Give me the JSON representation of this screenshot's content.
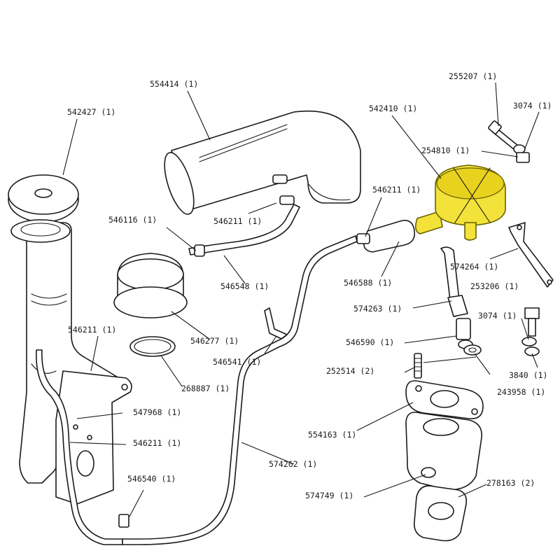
{
  "highlight_color": "#f2e23a",
  "labels": [
    {
      "id": "l255207",
      "part": "255207",
      "qty": "(1)"
    },
    {
      "id": "l3074a",
      "part": "3074",
      "qty": "(1)"
    },
    {
      "id": "l542410",
      "part": "542410",
      "qty": "(1)"
    },
    {
      "id": "l554414",
      "part": "554414",
      "qty": "(1)"
    },
    {
      "id": "l542427",
      "part": "542427",
      "qty": "(1)"
    },
    {
      "id": "l254810",
      "part": "254810",
      "qty": "(1)"
    },
    {
      "id": "l546211a",
      "part": "546211",
      "qty": "(1)"
    },
    {
      "id": "l546116",
      "part": "546116",
      "qty": "(1)"
    },
    {
      "id": "l546211b",
      "part": "546211",
      "qty": "(1)"
    },
    {
      "id": "l574264",
      "part": "574264",
      "qty": "(1)"
    },
    {
      "id": "l546588",
      "part": "546588",
      "qty": "(1)"
    },
    {
      "id": "l546548",
      "part": "546548",
      "qty": "(1)"
    },
    {
      "id": "l253206",
      "part": "253206",
      "qty": "(1)"
    },
    {
      "id": "l574263",
      "part": "574263",
      "qty": "(1)"
    },
    {
      "id": "l3074b",
      "part": "3074",
      "qty": "(1)"
    },
    {
      "id": "l546211c",
      "part": "546211",
      "qty": "(1)"
    },
    {
      "id": "l546277",
      "part": "546277",
      "qty": "(1)"
    },
    {
      "id": "l546590",
      "part": "546590",
      "qty": "(1)"
    },
    {
      "id": "l546541",
      "part": "546541",
      "qty": "(1)"
    },
    {
      "id": "l3840",
      "part": "3840",
      "qty": "(1)"
    },
    {
      "id": "l252514",
      "part": "252514",
      "qty": "(2)"
    },
    {
      "id": "l268887",
      "part": "268887",
      "qty": "(1)"
    },
    {
      "id": "l243958",
      "part": "243958",
      "qty": "(1)"
    },
    {
      "id": "l547968",
      "part": "547968",
      "qty": "(1)"
    },
    {
      "id": "l554163",
      "part": "554163",
      "qty": "(1)"
    },
    {
      "id": "l546211d",
      "part": "546211",
      "qty": "(1)"
    },
    {
      "id": "l574262",
      "part": "574262",
      "qty": "(1)"
    },
    {
      "id": "l546540",
      "part": "546540",
      "qty": "(1)"
    },
    {
      "id": "l278163",
      "part": "278163",
      "qty": "(2)"
    },
    {
      "id": "l574749",
      "part": "574749",
      "qty": "(1)"
    }
  ]
}
